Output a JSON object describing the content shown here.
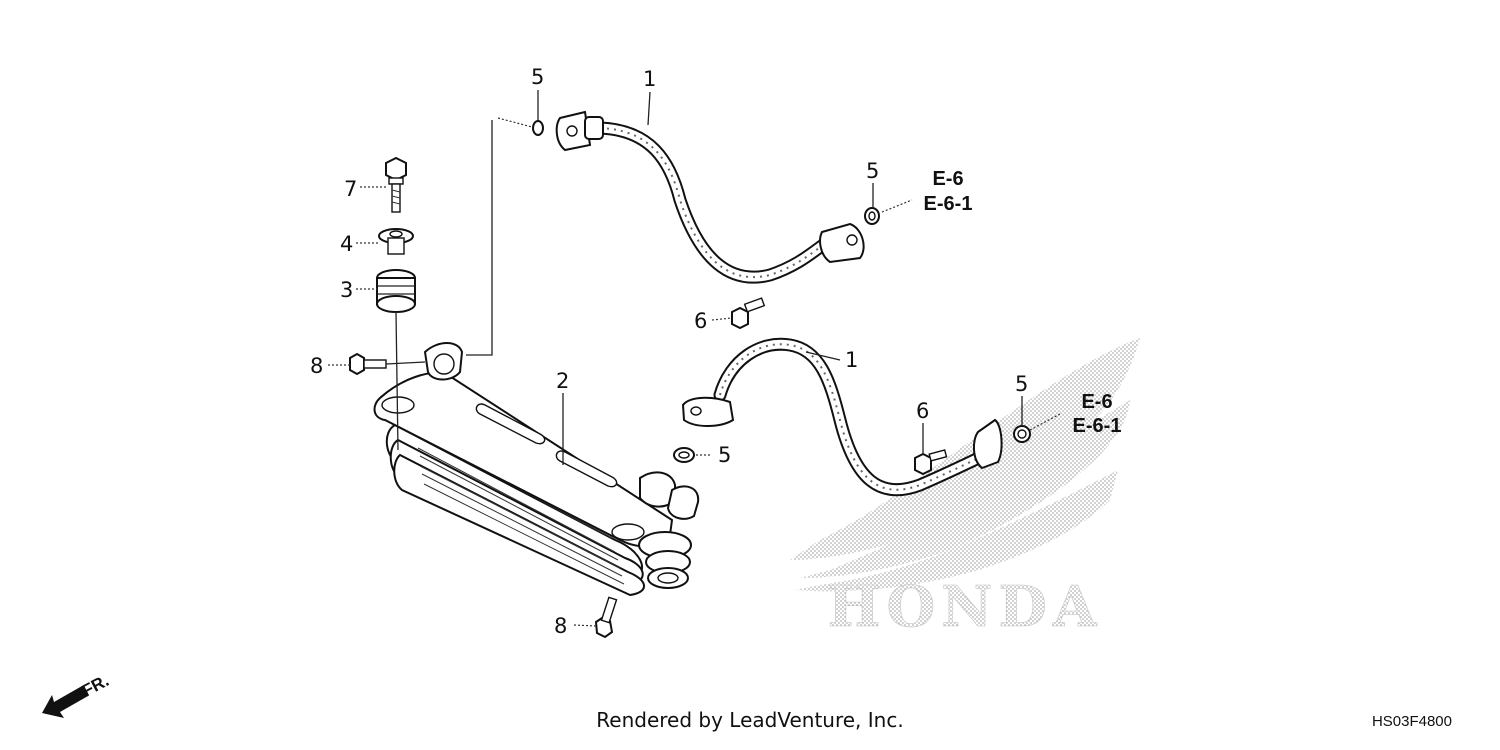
{
  "logo": {
    "brand": "HONDA"
  },
  "callouts": {
    "c1a": "1",
    "c1b": "1",
    "c2": "2",
    "c3": "3",
    "c4": "4",
    "c5a": "5",
    "c5b": "5",
    "c5c": "5",
    "c5d": "5",
    "c6a": "6",
    "c6b": "6",
    "c7": "7",
    "c8a": "8",
    "c8b": "8"
  },
  "refs": {
    "upper_e6": "E-6",
    "upper_e61": "E-6-1",
    "lower_e6": "E-6",
    "lower_e61": "E-6-1"
  },
  "front_marker": {
    "label": "FR."
  },
  "footer": {
    "credit": "Rendered by LeadVenture, Inc.",
    "code": "HS03F4800"
  },
  "colors": {
    "line": "#111111",
    "logo_dots": "#bdbdbd",
    "background": "#ffffff"
  }
}
